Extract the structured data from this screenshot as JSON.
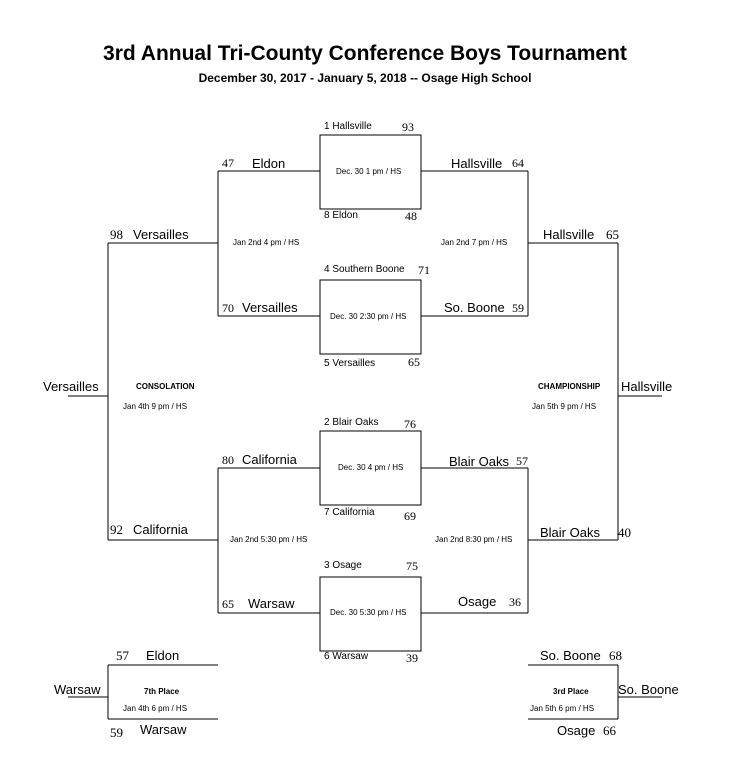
{
  "header": {
    "title": "3rd Annual Tri-County Conference Boys Tournament",
    "subtitle": "December 30, 2017 - January 5, 2018 -- Osage High School"
  },
  "first_round": {
    "game1": {
      "top_seed": "1 Hallsville",
      "top_score": "93",
      "bottom_seed": "8 Eldon",
      "bottom_score": "48",
      "info": "Dec. 30    1 pm / HS"
    },
    "game2": {
      "top_seed": "4 Southern Boone",
      "top_score": "71",
      "bottom_seed": "5 Versailles",
      "bottom_score": "65",
      "info": "Dec. 30   2:30 pm / HS"
    },
    "game3": {
      "top_seed": "2 Blair Oaks",
      "top_score": "76",
      "bottom_seed": "7 California",
      "bottom_score": "69",
      "info": "Dec. 30 4 pm / HS"
    },
    "game4": {
      "top_seed": "3 Osage",
      "top_score": "75",
      "bottom_seed": "6 Warsaw",
      "bottom_score": "39",
      "info": "Dec. 30   5:30 pm / HS"
    }
  },
  "consolation_side": {
    "semi1": {
      "team1": "Eldon",
      "score1": "47",
      "team2": "Versailles",
      "score2": "70",
      "info": "Jan 2nd  4 pm / HS"
    },
    "semi2": {
      "team1": "California",
      "score1": "80",
      "team2": "Warsaw",
      "score2": "65",
      "info": "Jan 2nd 5:30 pm / HS"
    },
    "final": {
      "team1": "Versailles",
      "score1": "98",
      "team2": "California",
      "score2": "92",
      "label": "CONSOLATION",
      "info": "Jan 4th  9 pm / HS",
      "winner": "Versailles"
    }
  },
  "championship_side": {
    "semi1": {
      "team1": "Hallsville",
      "score1": "64",
      "team2": "So. Boone",
      "score2": "59",
      "info": "Jan 2nd 7 pm / HS"
    },
    "semi2": {
      "team1": "Blair Oaks",
      "score1": "57",
      "team2": "Osage",
      "score2": "36",
      "info": "Jan 2nd 8:30 pm / HS"
    },
    "final": {
      "team1": "Hallsville",
      "score1": "65",
      "team2": "Blair Oaks",
      "score2": "40",
      "label": "CHAMPIONSHIP",
      "info": "Jan 5th 9 pm / HS",
      "winner": "Hallsville"
    }
  },
  "seventh_place": {
    "team1": "Eldon",
    "score1": "57",
    "team2": "Warsaw",
    "score2": "59",
    "label": "7th Place",
    "info": "Jan 4th  6 pm / HS",
    "winner": "Warsaw"
  },
  "third_place": {
    "team1": "So. Boone",
    "score1": "68",
    "team2": "Osage",
    "score2": "66",
    "label": "3rd Place",
    "info": "Jan 5th   6 pm / HS",
    "winner": "So. Boone"
  }
}
